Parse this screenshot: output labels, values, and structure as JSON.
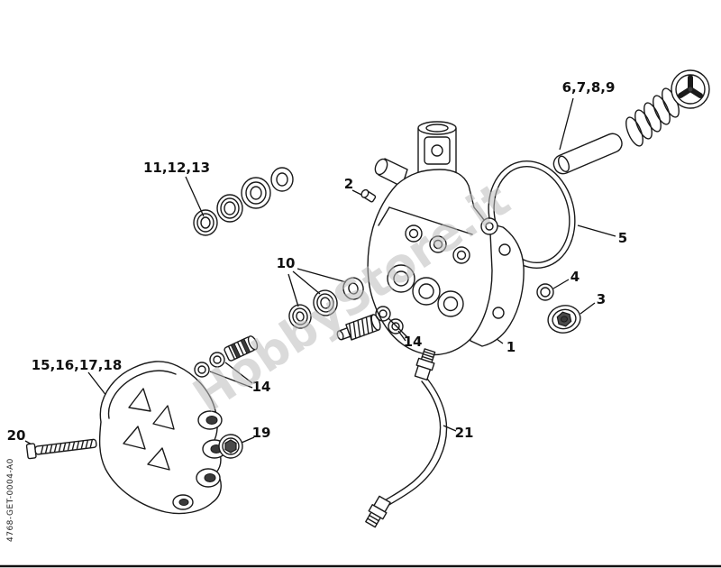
{
  "diagram": {
    "watermark": "HobbyStore.it",
    "document_code": "4768-GET-0004-A0",
    "callouts": {
      "part1": "1",
      "part2": "2",
      "part3": "3",
      "part4": "4",
      "part5": "5",
      "part6789": "6,7,8,9",
      "part10": "10",
      "part111213": "11,12,13",
      "part14_right": "14",
      "part14_left": "14",
      "part15161718": "15,16,17,18",
      "part19": "19",
      "part20": "20",
      "part21": "21"
    }
  }
}
